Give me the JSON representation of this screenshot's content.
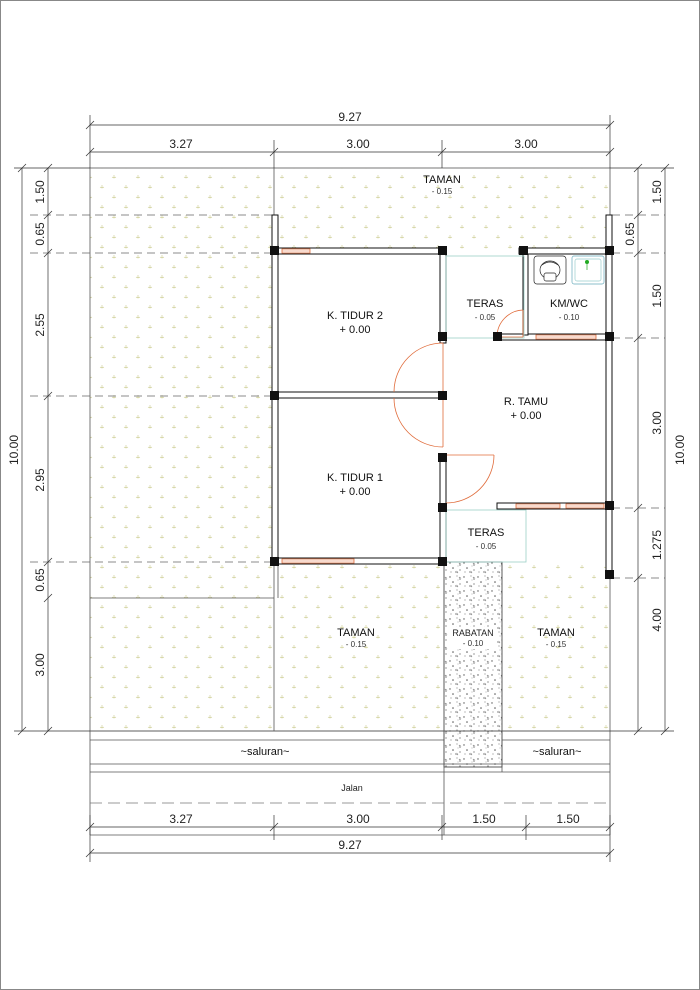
{
  "dims": {
    "top_total": "9.27",
    "top_segments": [
      "3.27",
      "3.00",
      "3.00"
    ],
    "bottom_segments": [
      "3.27",
      "3.00",
      "1.50",
      "1.50"
    ],
    "bottom_total": "9.27",
    "left_total": "10.00",
    "left_segments": [
      "1.50",
      "0.65",
      "2.55",
      "2.95",
      "0.65",
      "3.00"
    ],
    "right_total": "10.00",
    "right_segments": [
      "1.50",
      "0.65",
      "1.50",
      "3.00",
      "1.275",
      "4.00"
    ]
  },
  "labels": {
    "taman_top": {
      "name": "TAMAN",
      "level": "- 0.15"
    },
    "tidur2": {
      "name": "K. TIDUR 2",
      "level": "+ 0.00"
    },
    "tidur1": {
      "name": "K. TIDUR 1",
      "level": "+ 0.00"
    },
    "teras_top": {
      "name": "TERAS",
      "level": "- 0.05"
    },
    "kmwc": {
      "name": "KM/WC",
      "level": "- 0.10"
    },
    "tamu": {
      "name": "R. TAMU",
      "level": "+ 0.00"
    },
    "teras_bottom": {
      "name": "TERAS",
      "level": "- 0.05"
    },
    "taman_left": {
      "name": "TAMAN",
      "level": "- 0.15"
    },
    "rabatan": {
      "name": "RABATAN",
      "level": "- 0.10"
    },
    "taman_right": {
      "name": "TAMAN",
      "level": "- 0.15"
    },
    "saluran_left": "~saluran~",
    "saluran_right": "~saluran~",
    "jalan": "Jalan"
  }
}
